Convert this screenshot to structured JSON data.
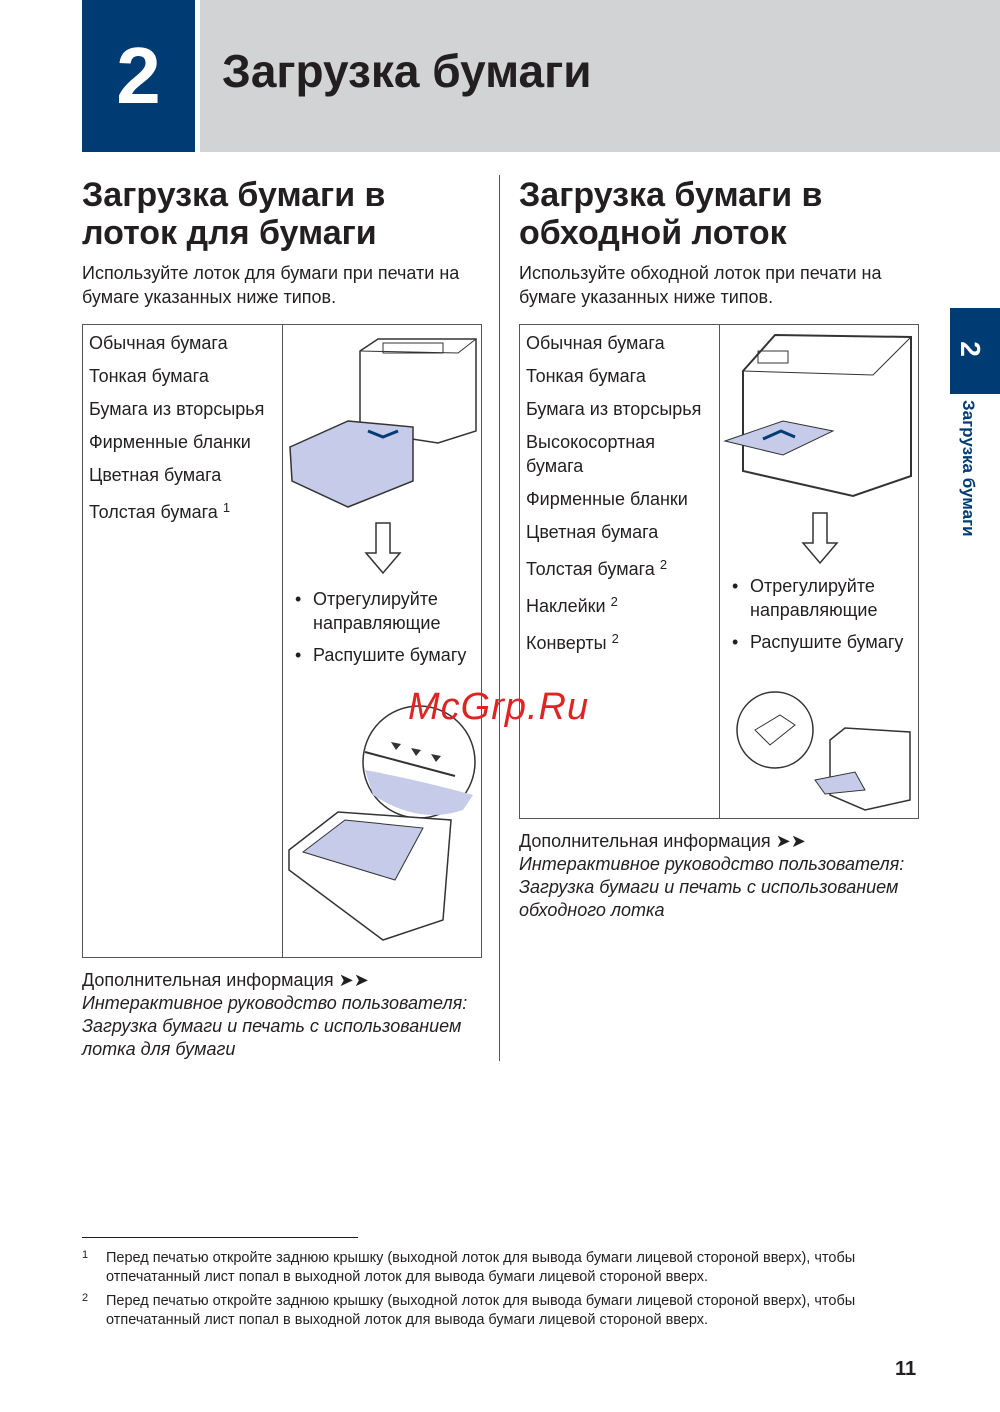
{
  "chapter": {
    "number": "2",
    "title": "Загрузка бумаги"
  },
  "left": {
    "heading": "Загрузка бумаги в лоток для бумаги",
    "description": "Используйте лоток для бумаги при печати на бумаге указанных ниже типов.",
    "items": [
      {
        "text": "Обычная бумага"
      },
      {
        "text": "Тонкая бумага"
      },
      {
        "text": "Бумага из вторсырья"
      },
      {
        "text": "Фирменные бланки"
      },
      {
        "text": "Цветная бумага"
      },
      {
        "text": "Толстая бумага",
        "note": "1"
      }
    ],
    "steps": [
      "Отрегулируйте направляющие",
      "Распушите бумагу"
    ],
    "more_label": "Дополнительная информация ➤➤",
    "more_link_a": "Интерактивное руководство пользователя",
    "more_link_b": ": Загрузка бумаги и печать с использованием лотка для бумаги"
  },
  "right": {
    "heading": "Загрузка бумаги в обходной лоток",
    "description": "Используйте обходной лоток при печати на бумаге указанных ниже типов.",
    "items": [
      {
        "text": "Обычная бумага"
      },
      {
        "text": "Тонкая бумага"
      },
      {
        "text": "Бумага из вторсырья"
      },
      {
        "text": "Высокосортная бумага"
      },
      {
        "text": "Фирменные бланки"
      },
      {
        "text": "Цветная бумага"
      },
      {
        "text": "Толстая бумага",
        "note": "2"
      },
      {
        "text": "Наклейки",
        "note": "2"
      },
      {
        "text": "Конверты",
        "note": "2"
      }
    ],
    "steps": [
      "Отрегулируйте направляющие",
      "Распушите бумагу"
    ],
    "more_label": "Дополнительная информация ➤➤",
    "more_link_a": "Интерактивное руководство пользователя",
    "more_link_b": ": Загрузка бумаги и печать с использованием обходного лотка"
  },
  "side_tab": {
    "number": "2",
    "text": "Загрузка бумаги"
  },
  "footnotes": [
    {
      "n": "1",
      "text": "Перед печатью откройте заднюю крышку (выходной лоток для вывода бумаги лицевой стороной вверх), чтобы отпечатанный лист попал в выходной лоток для вывода бумаги лицевой стороной вверх."
    },
    {
      "n": "2",
      "text": "Перед печатью откройте заднюю крышку (выходной лоток для вывода бумаги лицевой стороной вверх), чтобы отпечатанный лист попал в выходной лоток для вывода бумаги лицевой стороной вверх."
    }
  ],
  "page_number": "11",
  "watermark": "McGrp.Ru",
  "colors": {
    "brand": "#003c74",
    "header_gray": "#d2d3d5",
    "paper": "#c5cbe8"
  }
}
